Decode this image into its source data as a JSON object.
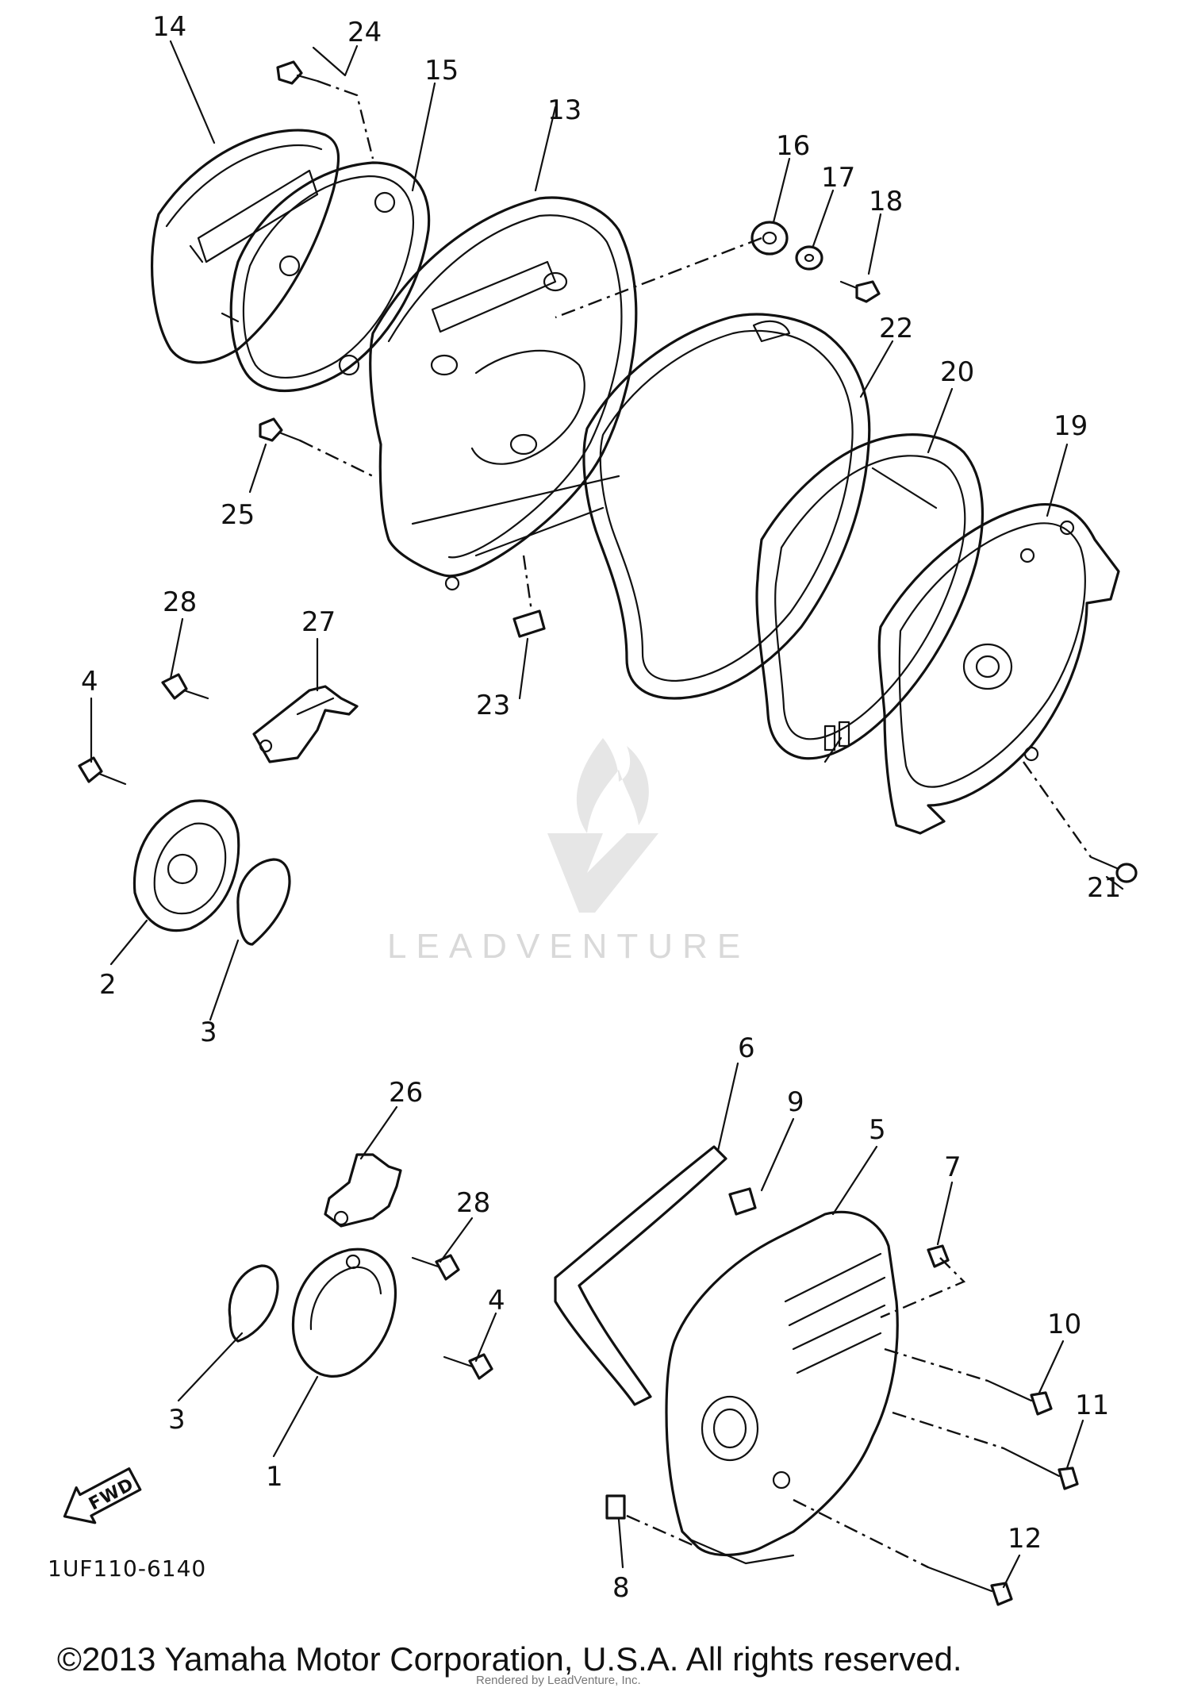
{
  "diagram": {
    "catalog_code": "1UF110-6140",
    "copyright": "©2013 Yamaha Motor Corporation, U.S.A. All rights reserved.",
    "rendered_by": "Rendered by LeadVenture, Inc.",
    "watermark_text": "LEADVENTURE",
    "fwd_label": "FWD",
    "callouts": {
      "c1": "1",
      "c2": "2",
      "c3a": "3",
      "c3b": "3",
      "c4a": "4",
      "c4b": "4",
      "c5": "5",
      "c6": "6",
      "c7": "7",
      "c8": "8",
      "c9": "9",
      "c10": "10",
      "c11": "11",
      "c12": "12",
      "c13": "13",
      "c14": "14",
      "c15": "15",
      "c16": "16",
      "c17": "17",
      "c18": "18",
      "c19": "19",
      "c20": "20",
      "c21": "21",
      "c22": "22",
      "c23": "23",
      "c24": "24",
      "c25": "25",
      "c26": "26",
      "c27": "27",
      "c28a": "28",
      "c28b": "28"
    }
  }
}
